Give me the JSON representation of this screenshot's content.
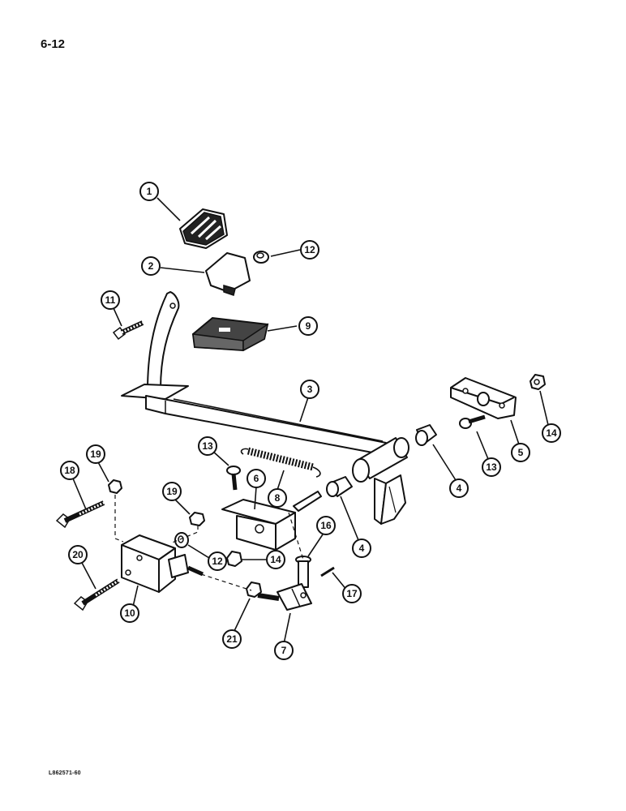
{
  "page": {
    "number": "6-12",
    "footer_code": "L862571-60"
  },
  "callouts": [
    {
      "label": "1"
    },
    {
      "label": "2"
    },
    {
      "label": "12"
    },
    {
      "label": "11"
    },
    {
      "label": "9"
    },
    {
      "label": "3"
    },
    {
      "label": "14"
    },
    {
      "label": "5"
    },
    {
      "label": "13"
    },
    {
      "label": "4"
    },
    {
      "label": "13"
    },
    {
      "label": "6"
    },
    {
      "label": "8"
    },
    {
      "label": "19"
    },
    {
      "label": "18"
    },
    {
      "label": "19"
    },
    {
      "label": "4"
    },
    {
      "label": "16"
    },
    {
      "label": "12"
    },
    {
      "label": "14"
    },
    {
      "label": "20"
    },
    {
      "label": "17"
    },
    {
      "label": "10"
    },
    {
      "label": "21"
    },
    {
      "label": "7"
    }
  ]
}
